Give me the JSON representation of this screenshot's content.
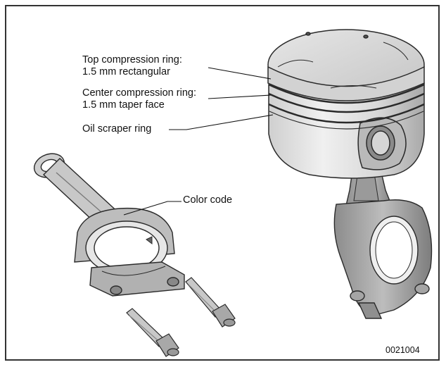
{
  "labels": {
    "top_ring_line1": "Top compression ring:",
    "top_ring_line2": "1.5 mm rectangular",
    "center_ring_line1": "Center compression ring:",
    "center_ring_line2": "1.5 mm taper face",
    "oil_ring": "Oil scraper ring",
    "color_code": "Color code"
  },
  "figure_id": "0021004",
  "colors": {
    "line": "#2a2a2a",
    "metal_light": "#dcdcdc",
    "metal_mid": "#b8b8b8",
    "metal_dark": "#7a7a7a",
    "frame": "#333333"
  }
}
